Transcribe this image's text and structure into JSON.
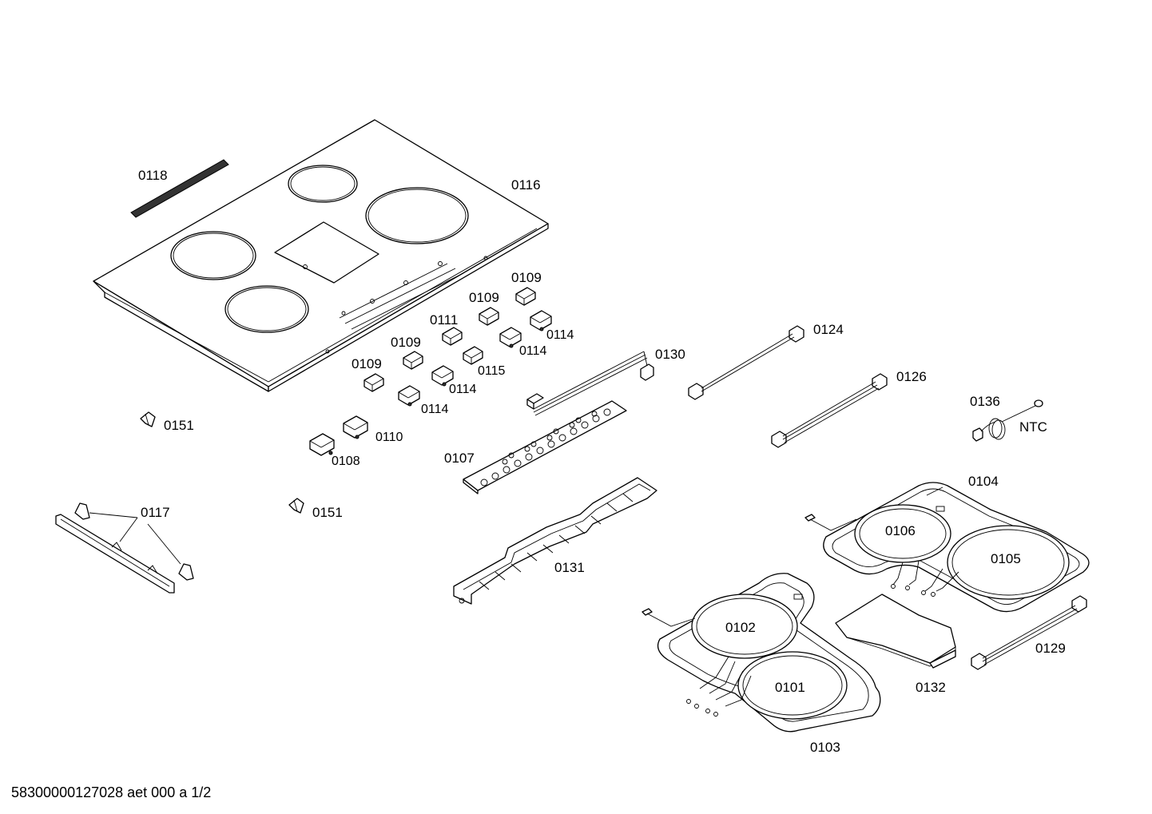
{
  "drawing": {
    "document_id": "58300000127028 aet 000 a 1/2"
  },
  "part_labels": {
    "p0116": "0116",
    "p0118": "0118",
    "p0109a": "0109",
    "p0109b": "0109",
    "p0109c": "0109",
    "p0109d": "0109",
    "p0111": "0111",
    "p0114a": "0114",
    "p0114b": "0114",
    "p0114c": "0114",
    "p0114d": "0114",
    "p0115": "0115",
    "p0110": "0110",
    "p0108": "0108",
    "p0151a": "0151",
    "p0151b": "0151",
    "p0117": "0117",
    "p0130": "0130",
    "p0107": "0107",
    "p0131": "0131",
    "p0124": "0124",
    "p0126": "0126",
    "p0136": "0136",
    "ntc": "NTC",
    "p0104": "0104",
    "p0106": "0106",
    "p0105": "0105",
    "p0102": "0102",
    "p0101": "0101",
    "p0103": "0103",
    "p0132": "0132",
    "p0129": "0129"
  }
}
